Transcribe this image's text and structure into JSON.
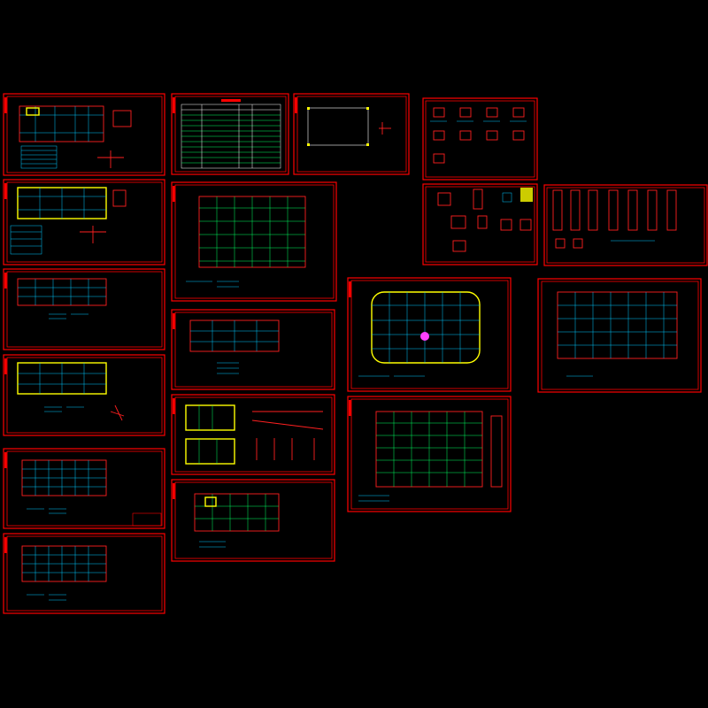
{
  "app": {
    "background": "#000000",
    "frame_color": "#ff0000",
    "line_colors": {
      "grid": "#00c8ff",
      "rebar": "#00ff60",
      "highlight": "#ffff00",
      "text": "#ffffff"
    }
  },
  "sheets": [
    {
      "id": "s01",
      "kind": "floor-plan-with-table"
    },
    {
      "id": "s02",
      "kind": "drawing-index-table"
    },
    {
      "id": "s03",
      "kind": "site-outline"
    },
    {
      "id": "s04",
      "kind": "section-details"
    },
    {
      "id": "s05",
      "kind": "floor-plan-highlighted"
    },
    {
      "id": "s06",
      "kind": "foundation-plan"
    },
    {
      "id": "s07",
      "kind": "node-details"
    },
    {
      "id": "s08",
      "kind": "column-details"
    },
    {
      "id": "s09",
      "kind": "floor-plan"
    },
    {
      "id": "s10",
      "kind": "floor-plan"
    },
    {
      "id": "s11",
      "kind": "basement-plan"
    },
    {
      "id": "s12",
      "kind": "column-layout"
    },
    {
      "id": "s13",
      "kind": "floor-plan-highlighted"
    },
    {
      "id": "s14",
      "kind": "stair-details"
    },
    {
      "id": "s15",
      "kind": "column-layout"
    },
    {
      "id": "s16",
      "kind": "slab-reinforcement-plan"
    },
    {
      "id": "s17",
      "kind": "column-layout"
    },
    {
      "id": "s18",
      "kind": "roof-plan"
    }
  ]
}
